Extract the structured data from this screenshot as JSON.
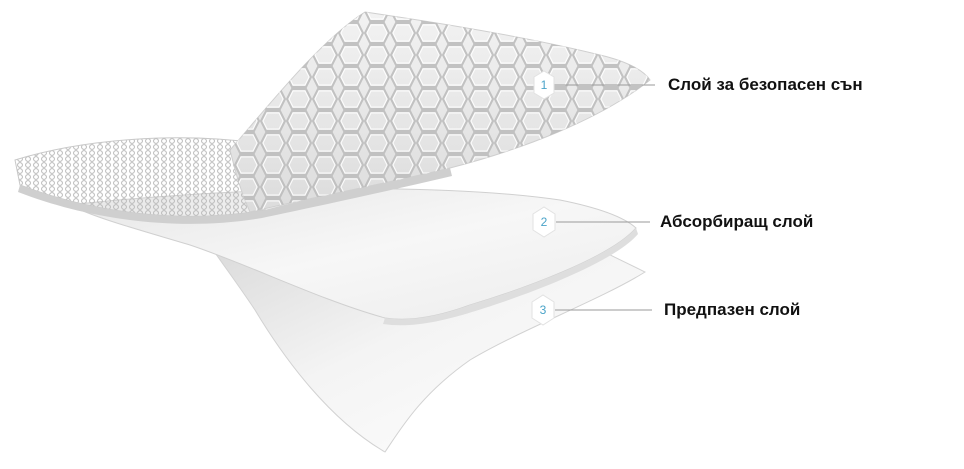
{
  "layers": [
    {
      "number": "1",
      "label": "Слой за безопасен сън"
    },
    {
      "number": "2",
      "label": "Абсорбиращ слой"
    },
    {
      "number": "3",
      "label": "Предпазен слой"
    }
  ],
  "colors": {
    "marker_number": "#4aa3c8",
    "label_text": "#111111",
    "leader_line": "#9a9a9a"
  }
}
